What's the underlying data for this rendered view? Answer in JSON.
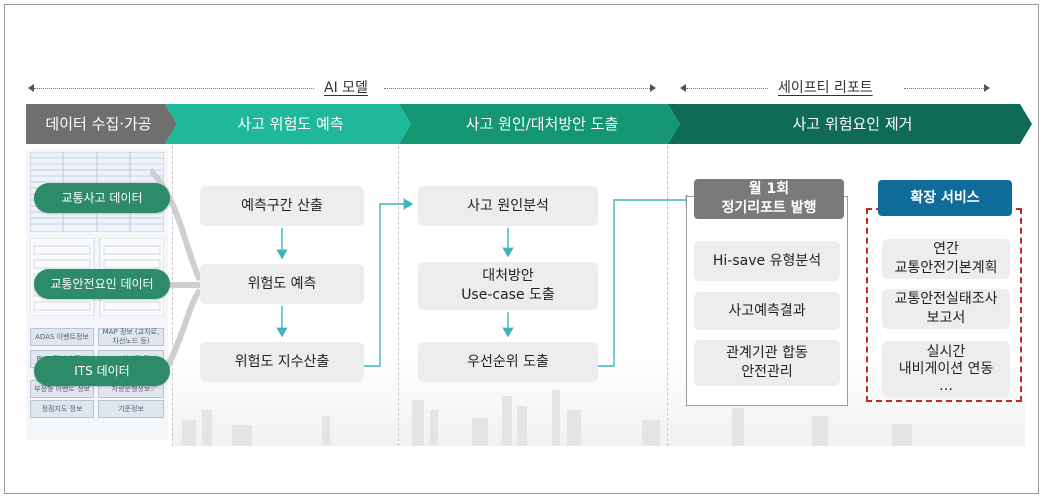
{
  "top": {
    "ai_model": "AI 모델",
    "safety_report": "세이프티 리포트"
  },
  "stages": [
    {
      "label": "데이터 수집·가공",
      "color": "#6f6f6f"
    },
    {
      "label": "사고 위험도 예측",
      "color": "#1fb89a"
    },
    {
      "label": "사고 원인/대처방안 도출",
      "color": "#149672"
    },
    {
      "label": "사고 위험요인 제거",
      "color": "#0f6b57"
    }
  ],
  "data_sources": [
    "교통사고 데이터",
    "교통안전요인 데이터",
    "ITS 데이터"
  ],
  "thumbs": [
    "ADAS 이벤트정보",
    "MAP 정보 (교차로, 차선노드 등)",
    "PVD 정보기 정보",
    "RSU 실시간 정보",
    "부정형 이벤트 정보",
    "차량운행정보",
    "정점지도 정보",
    "기준정보"
  ],
  "prediction": [
    "예측구간 산출",
    "위험도 예측",
    "위험도 지수산출"
  ],
  "cause": [
    "사고 원인분석",
    "대처방안\nUse-case 도출",
    "우선순위 도출"
  ],
  "report": {
    "header": "월 1회\n정기리포트 발행",
    "items": [
      "Hi-save 유형분석",
      "사고예측결과",
      "관계기관 합동\n안전관리"
    ]
  },
  "extended": {
    "header": "확장 서비스",
    "items": [
      "연간\n교통안전기본계획",
      "교통안전실태조사\n보고서",
      "실시간\n내비게이션 연동\n…"
    ]
  },
  "colors": {
    "arrow": "#3fb3c0",
    "report_header": "#7a7a7a",
    "extended_header": "#0f6b9a",
    "extended_border": "#c0282b"
  }
}
